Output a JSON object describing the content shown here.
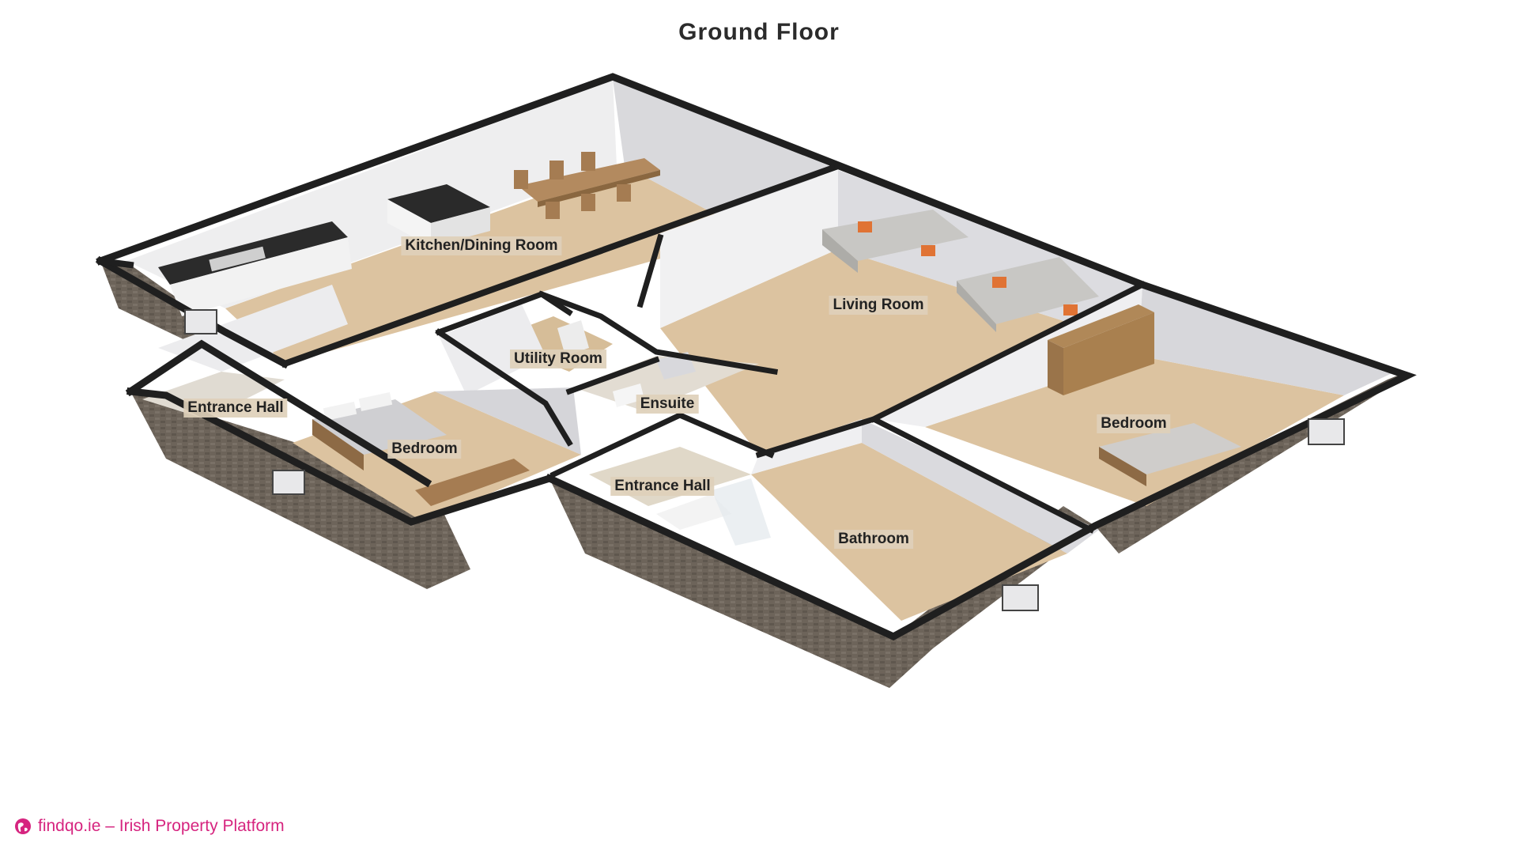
{
  "title": "Ground Floor",
  "rooms": [
    {
      "id": "kitchen",
      "label": "Kitchen/Dining Room"
    },
    {
      "id": "living",
      "label": "Living Room"
    },
    {
      "id": "utility",
      "label": "Utility Room"
    },
    {
      "id": "ensuite",
      "label": "Ensuite"
    },
    {
      "id": "hall-left",
      "label": "Entrance Hall"
    },
    {
      "id": "bedroom-left",
      "label": "Bedroom"
    },
    {
      "id": "hall-center",
      "label": "Entrance Hall"
    },
    {
      "id": "bedroom-right",
      "label": "Bedroom"
    },
    {
      "id": "bathroom",
      "label": "Bathroom"
    }
  ],
  "footer": {
    "text": "findqo.ie – Irish Property Platform",
    "icon": "globe-icon"
  },
  "colors": {
    "floor": "#dcc3a0",
    "wall_exterior": "#6e655c",
    "wall_top": "#1f1f1f",
    "interior_wall": "#e4e4e6",
    "brand": "#d6247f"
  }
}
